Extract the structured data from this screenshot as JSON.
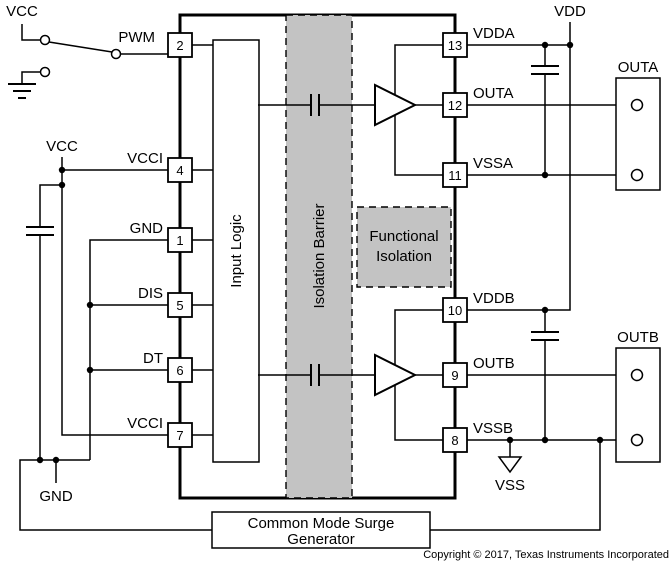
{
  "colors": {
    "stroke": "#000000",
    "fill_gray": "#c3c3c3",
    "background": "#ffffff"
  },
  "left_rail": {
    "vcc_top": "VCC",
    "vcc_mid": "VCC",
    "gnd_bottom": "GND"
  },
  "ic": {
    "input_logic": "Input Logic",
    "isolation_barrier": "Isolation Barrier",
    "functional_isolation": {
      "line1": "Functional",
      "line2": "Isolation"
    },
    "pins_left": [
      {
        "num": "2",
        "label": "PWM"
      },
      {
        "num": "4",
        "label": "VCCI"
      },
      {
        "num": "1",
        "label": "GND"
      },
      {
        "num": "5",
        "label": "DIS"
      },
      {
        "num": "6",
        "label": "DT"
      },
      {
        "num": "7",
        "label": "VCCI"
      }
    ],
    "pins_right": [
      {
        "num": "13",
        "label": "VDDA"
      },
      {
        "num": "12",
        "label": "OUTA"
      },
      {
        "num": "11",
        "label": "VSSA"
      },
      {
        "num": "10",
        "label": "VDDB"
      },
      {
        "num": "9",
        "label": "OUTB"
      },
      {
        "num": "8",
        "label": "VSSB"
      }
    ]
  },
  "right_rail": {
    "vdd": "VDD",
    "vss": "VSS"
  },
  "connectors": {
    "outa": "OUTA",
    "outb": "OUTB"
  },
  "surge_generator": {
    "line1": "Common Mode Surge",
    "line2": "Generator"
  },
  "footer": {
    "copyright": "Copyright © 2017, Texas Instruments Incorporated"
  }
}
